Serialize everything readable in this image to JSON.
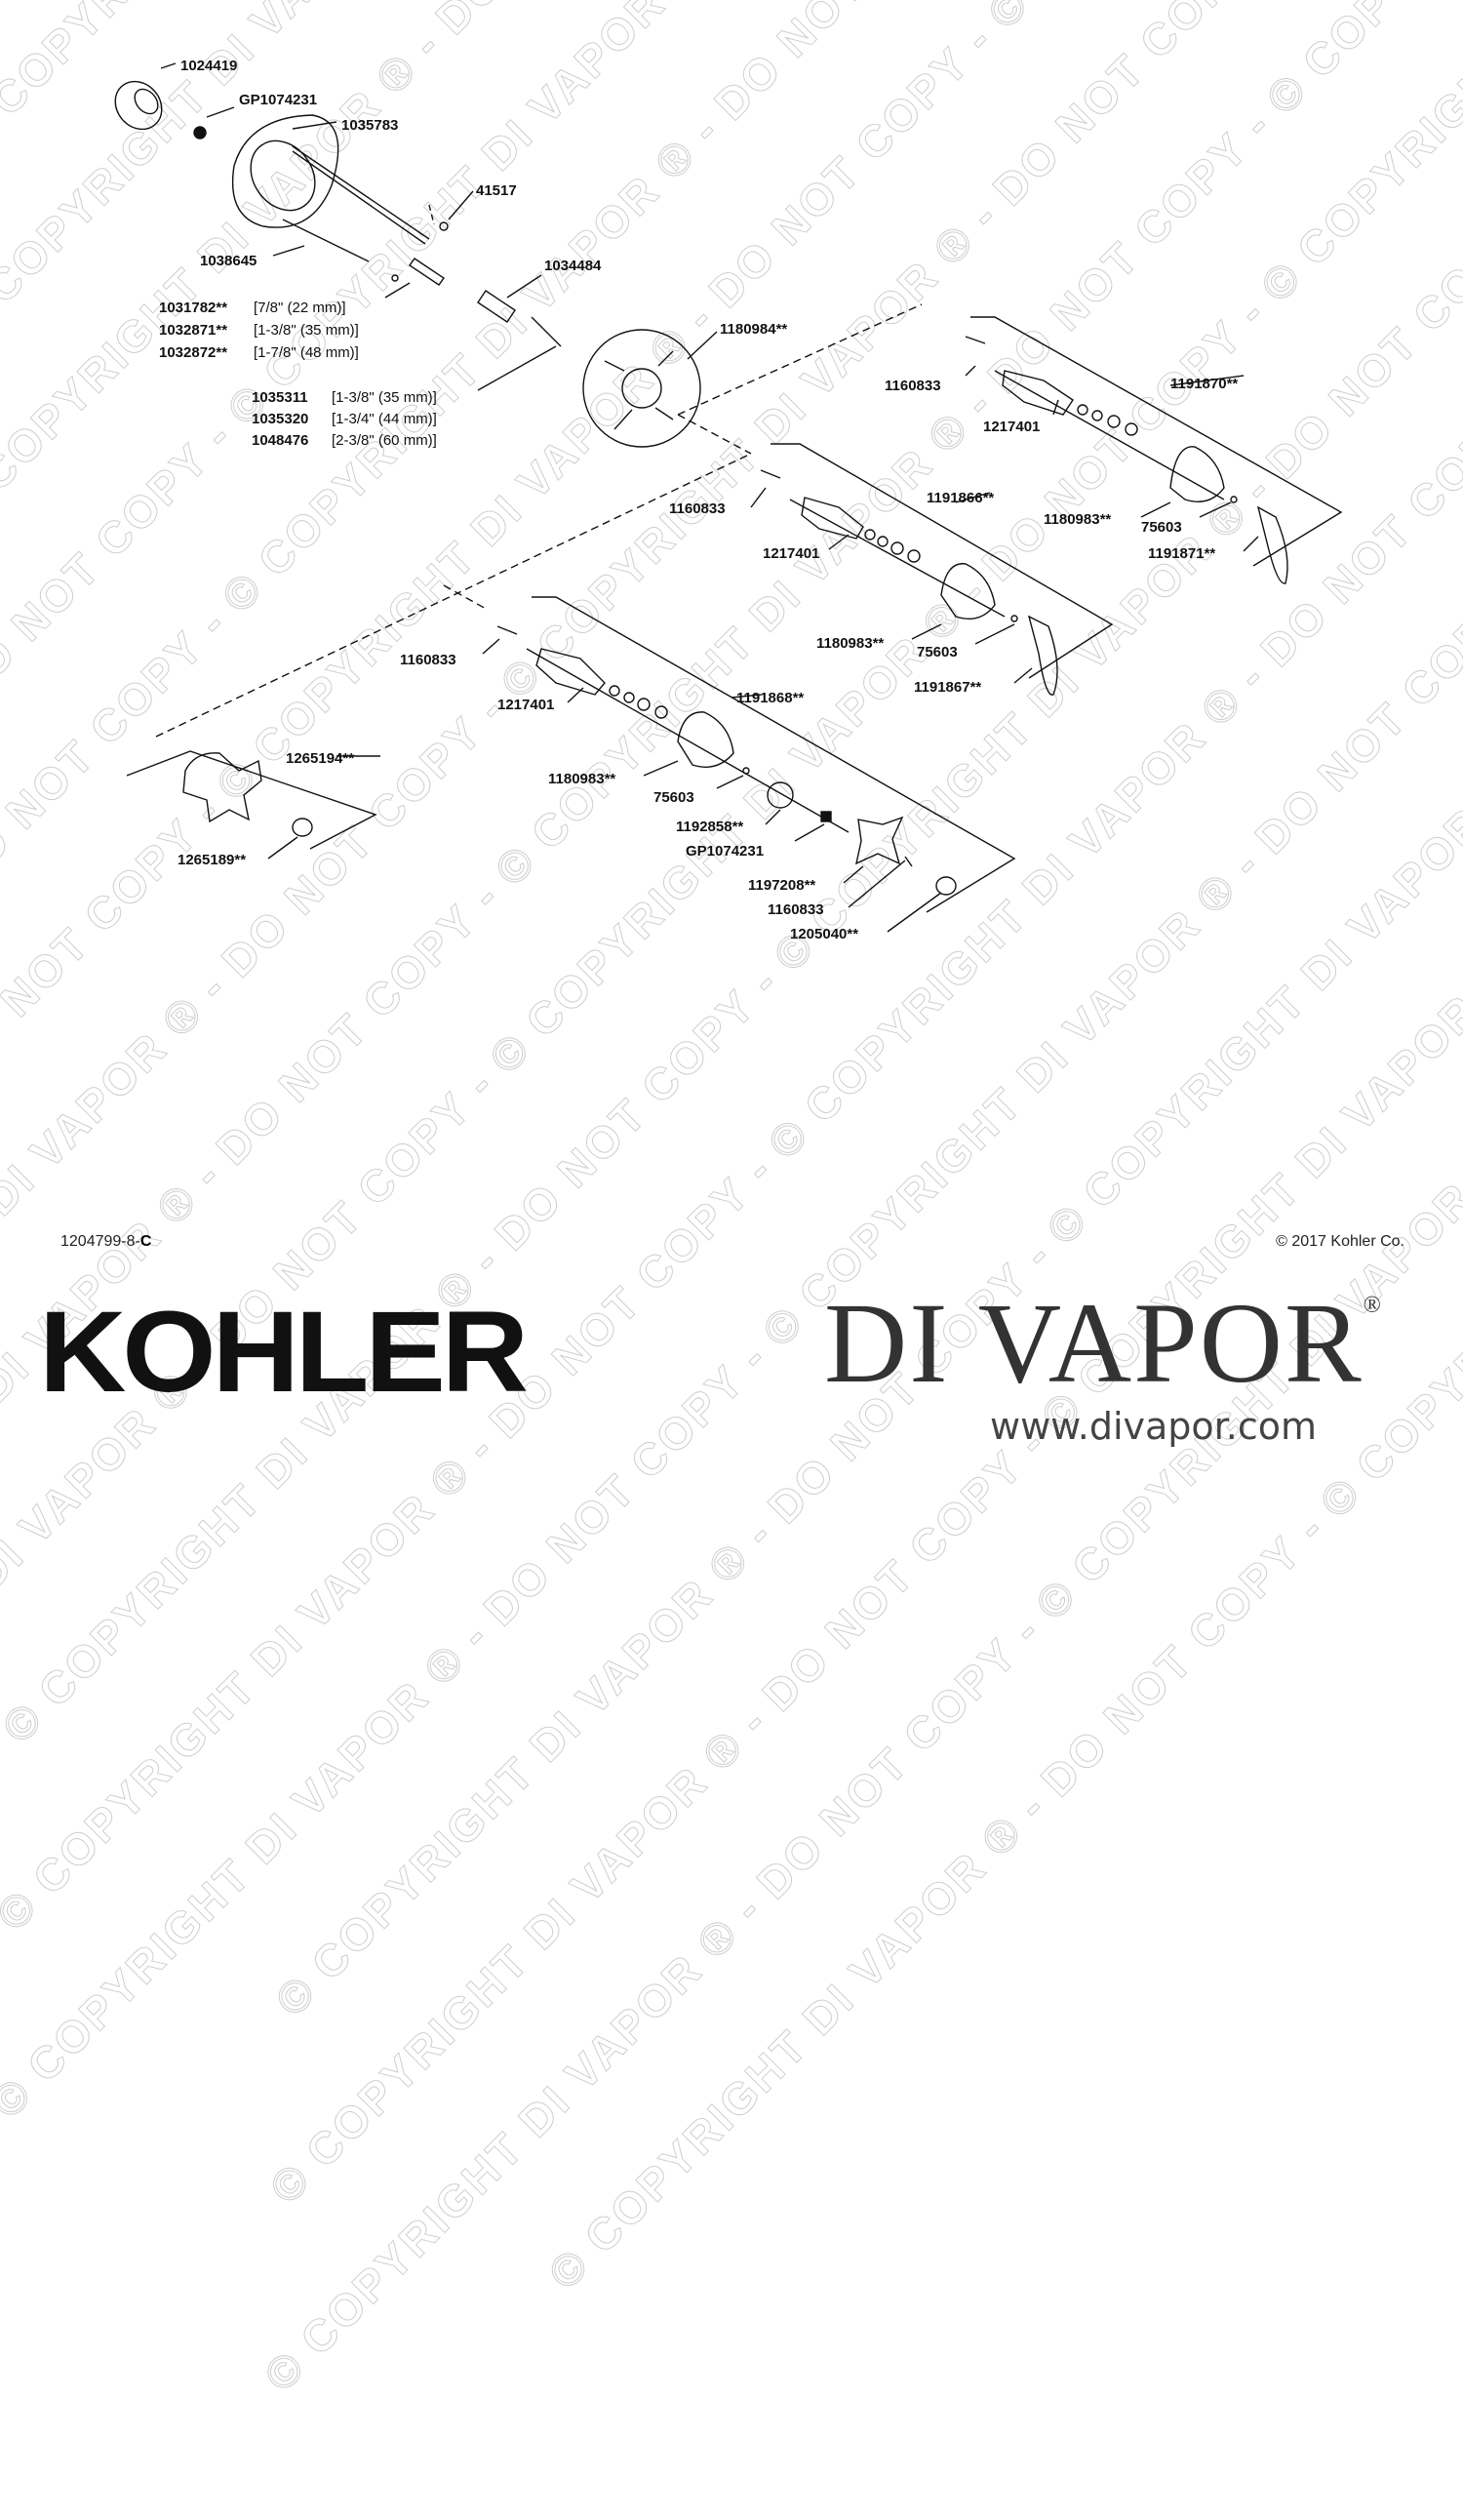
{
  "watermark": "© COPYRIGHT DI VAPOR ® - DO NOT COPY - ",
  "parts": {
    "p1024419": "1024419",
    "p_gp_top": "GP1074231",
    "p1035783": "1035783",
    "p41517": "41517",
    "p1038645": "1038645",
    "p1034484": "1034484",
    "sleeve_a": {
      "num": "1031782**",
      "spec": "[7/8\" (22 mm)]"
    },
    "sleeve_b": {
      "num": "1032871**",
      "spec": "[1-3/8\" (35 mm)]"
    },
    "sleeve_c": {
      "num": "1032872**",
      "spec": "[1-7/8\" (48 mm)]"
    },
    "ext_a": {
      "num": "1035311",
      "spec": "[1-3/8\" (35 mm)]"
    },
    "ext_b": {
      "num": "1035320",
      "spec": "[1-3/4\" (44 mm)]"
    },
    "ext_c": {
      "num": "1048476",
      "spec": "[2-3/8\" (60 mm)]"
    },
    "p1180984": "1180984**",
    "screw_1": "1160833",
    "kit_1": "1191870**",
    "cart_1": "1217401",
    "bonnet_1": "1180983**",
    "oring_1": "75603",
    "handle_1": "1191871**",
    "screw_2": "1160833",
    "kit_2": "1191866**",
    "cart_2": "1217401",
    "bonnet_2": "1180983**",
    "oring_2": "75603",
    "handle_2": "1191867**",
    "screw_3": "1160833",
    "kit_3": "1191868**",
    "cart_3": "1217401",
    "bonnet_3": "1180983**",
    "oring_3": "75603",
    "adapter": "1192858**",
    "gp_bottom": "GP1074231",
    "cross_handle": "1197208**",
    "screw_4": "1160833",
    "cap": "1205040**",
    "kit_4": "1265194**",
    "button": "1265189**"
  },
  "footer": {
    "doc_number": "1204799-8-",
    "doc_rev": "C",
    "copyright": "© 2017 Kohler Co.",
    "kohler_logo": "KOHLER",
    "divapor_logo": "DI VAPOR",
    "divapor_reg": "®",
    "divapor_url": "www.divapor.com"
  }
}
